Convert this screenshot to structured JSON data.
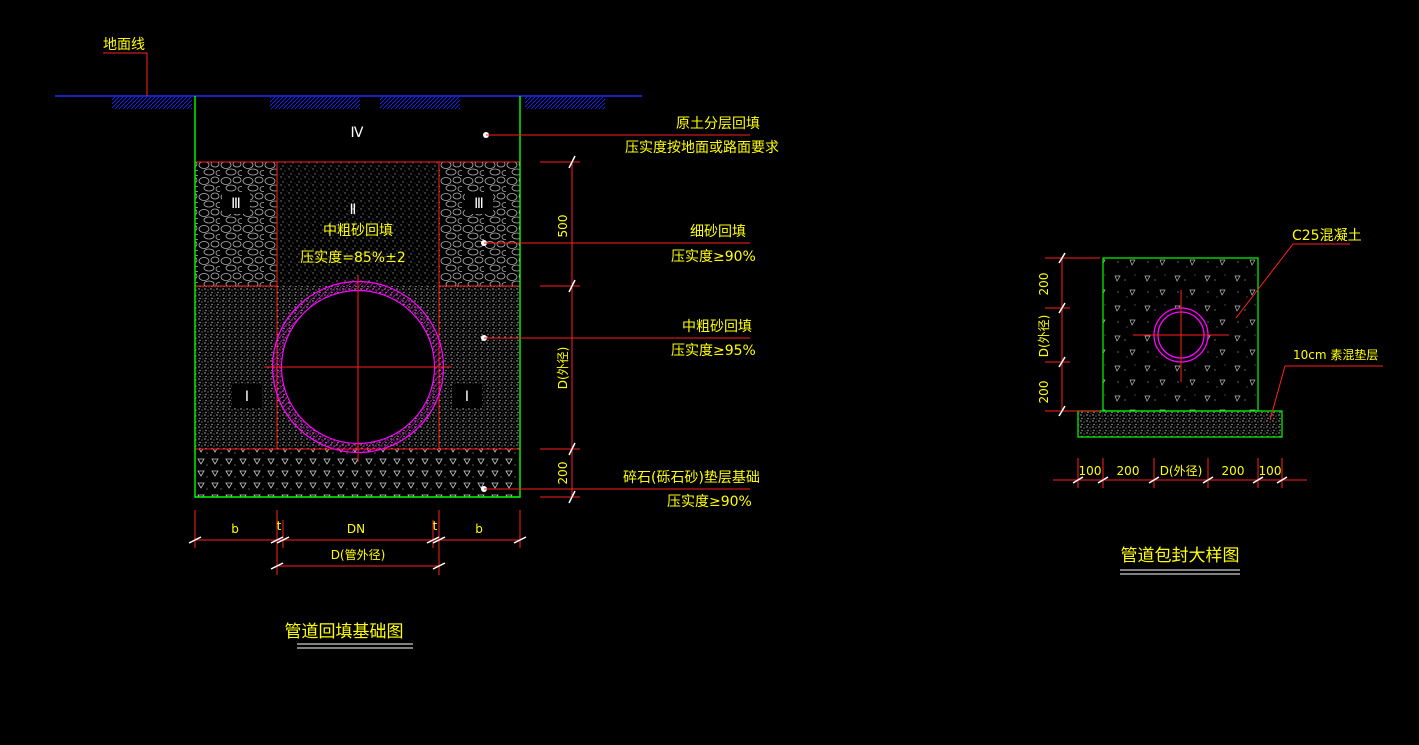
{
  "backfill": {
    "ground_line_label": "地面线",
    "zone_labels": {
      "zone4": "Ⅳ",
      "zone3_left": "Ⅲ",
      "zone3_right": "Ⅲ",
      "zone2": "Ⅱ",
      "zone1_left": "Ⅰ",
      "zone1_right": "Ⅰ"
    },
    "center_note_1": "中粗砂回填",
    "center_note_2": "压实度=85%±2",
    "callouts": [
      {
        "line1": "原土分层回填",
        "line2": "压实度按地面或路面要求"
      },
      {
        "line1": "细砂回填",
        "line2": "压实度≥90%"
      },
      {
        "line1": "中粗砂回填",
        "line2": "压实度≥95%"
      },
      {
        "line1": "碎石(砾石砂)垫层基础",
        "line2": "压实度≥90%"
      }
    ],
    "dims_vertical": {
      "d500": "500",
      "dpipe": "D(外径)",
      "d200": "200"
    },
    "dims_horizontal": {
      "b_left": "b",
      "t_left": "t",
      "dn": "DN",
      "t_right": "t",
      "b_right": "b",
      "d_outer": "D(管外径)"
    },
    "title": "管道回填基础图"
  },
  "encasement": {
    "concrete_label": "C25混凝土",
    "cushion_label": "10cm  素混垫层",
    "dims_vertical": {
      "top200": "200",
      "dpipe": "D(外径)",
      "bot200": "200"
    },
    "dims_horizontal": [
      "100",
      "200",
      "D(外径)",
      "200",
      "100"
    ],
    "title": "管道包封大样图"
  },
  "colors": {
    "ground": "#1e2bff",
    "outline": "#00ff00",
    "leader": "#ff2020",
    "pipe": "#ff00ff",
    "text": "#ffff00",
    "hatch": "#c8c8c8"
  }
}
